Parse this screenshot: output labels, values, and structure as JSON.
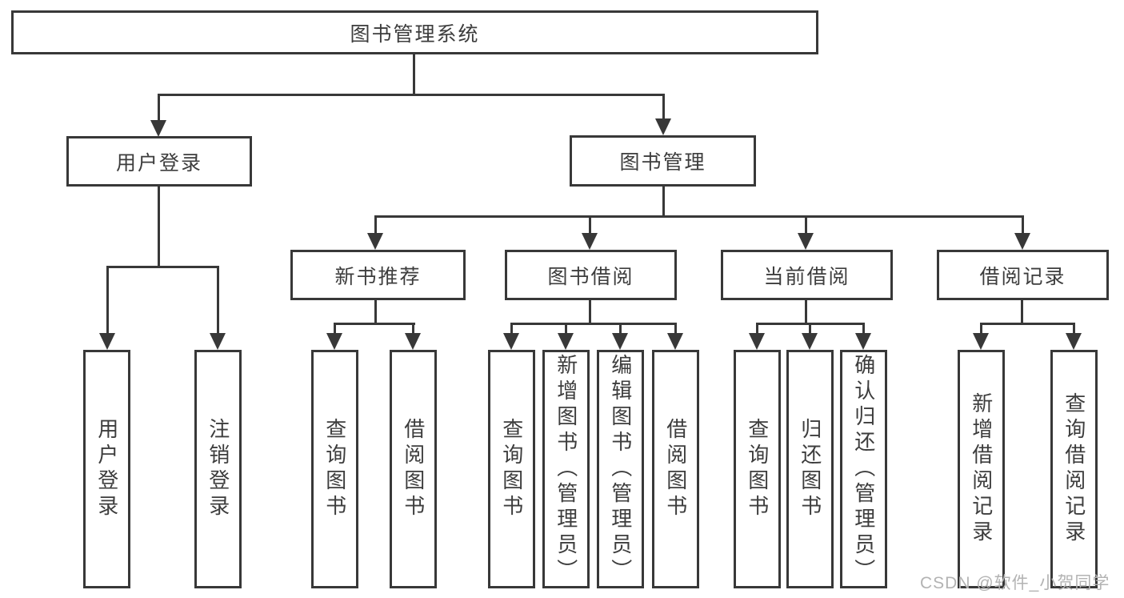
{
  "diagram_title": "图书管理系统",
  "colors": {
    "line": "#383838",
    "box_border": "#383838",
    "text": "#3d3d3d",
    "background": "#ffffff",
    "watermark": "#b3b3b3"
  },
  "nodes": {
    "root": {
      "label": "图书管理系统"
    },
    "user_login": {
      "label": "用户登录"
    },
    "book_management": {
      "label": "图书管理"
    },
    "new_book_recommend": {
      "label": "新书推荐"
    },
    "book_borrow": {
      "label": "图书借阅"
    },
    "current_borrow": {
      "label": "当前借阅"
    },
    "borrow_record": {
      "label": "借阅记录"
    },
    "leaf_user_login": {
      "label": "用户登录"
    },
    "leaf_logout": {
      "label": "注销登录"
    },
    "leaf_query_book_recommend": {
      "label": "查询图书"
    },
    "leaf_borrow_book_recommend": {
      "label": "借阅图书"
    },
    "leaf_query_book_borrow": {
      "label": "查询图书"
    },
    "leaf_add_book_admin": {
      "label": "新增图书（管理员）"
    },
    "leaf_edit_book_admin": {
      "label": "编辑图书（管理员）"
    },
    "leaf_borrow_book_borrow": {
      "label": "借阅图书"
    },
    "leaf_query_book_current": {
      "label": "查询图书"
    },
    "leaf_return_book": {
      "label": "归还图书"
    },
    "leaf_confirm_return_admin": {
      "label": "确认归还（管理员）"
    },
    "leaf_add_borrow_record": {
      "label": "新增借阅记录"
    },
    "leaf_query_borrow_record": {
      "label": "查询借阅记录"
    }
  },
  "watermark": {
    "text": "CSDN @软件_小贺同学"
  }
}
